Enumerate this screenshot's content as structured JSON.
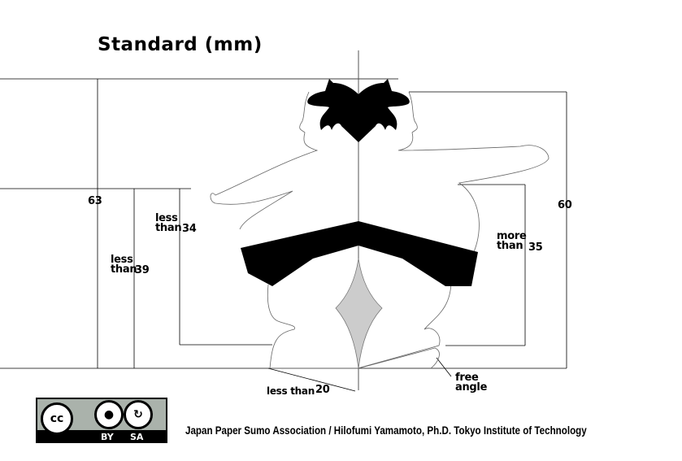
{
  "title": "Standard (mm)",
  "dimensions": {
    "total_left": "63",
    "less_than_39_prefix": "less\nthan",
    "less_than_39_value": "39",
    "less_than_34_prefix": "less\nthan",
    "less_than_34_value": "34",
    "total_right": "60",
    "more_than_35_prefix": "more\nthan",
    "more_than_35_value": "35",
    "less_than_20_prefix": "less than",
    "less_than_20_value": "20",
    "free_angle": "free\nangle"
  },
  "license": {
    "cc": "cc",
    "by": "BY",
    "sa": "SA"
  },
  "credit": "Japan Paper Sumo Association / Hilofumi Yamamoto, Ph.D. Tokyo Institute of Technology",
  "colors": {
    "belt": "#000000",
    "apron": "#cccccc",
    "badge": "#aab2ab"
  }
}
